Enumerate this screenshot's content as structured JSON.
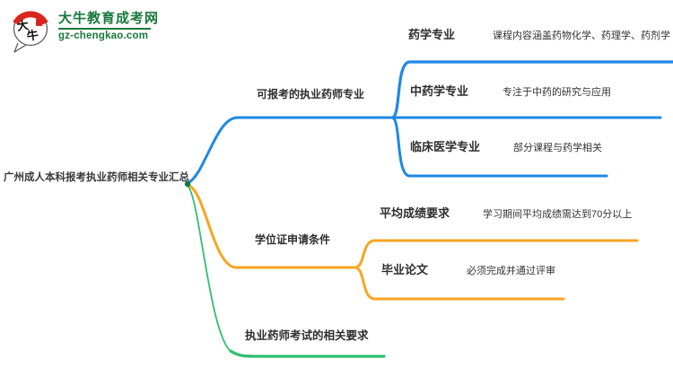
{
  "logo": {
    "icon_text": "大牛",
    "title": "大牛教育成考网",
    "url": "gz-chengkao.com",
    "brand_green": "#17793b",
    "icon_red": "#d9251c"
  },
  "colors": {
    "blue": "#1e88e5",
    "orange": "#f7a521",
    "green": "#2ec06e",
    "root_dot": "#0f7a44",
    "text": "#2e2e2e"
  },
  "mindmap": {
    "root": "广州成人本科报考执业药师相关专业汇总",
    "branches": [
      {
        "label": "可报考的执业药师专业",
        "color": "#1e88e5",
        "children": [
          {
            "label": "药学专业",
            "detail": "课程内容涵盖药物化学、药理学、药剂学"
          },
          {
            "label": "中药学专业",
            "detail": "专注于中药的研究与应用"
          },
          {
            "label": "临床医学专业",
            "detail": "部分课程与药学相关"
          }
        ]
      },
      {
        "label": "学位证申请条件",
        "color": "#f7a521",
        "children": [
          {
            "label": "平均成绩要求",
            "detail": "学习期间平均成绩需达到70分以上"
          },
          {
            "label": "毕业论文",
            "detail": "必须完成并通过评审"
          }
        ]
      },
      {
        "label": "执业药师考试的相关要求",
        "color": "#2ec06e",
        "children": []
      }
    ]
  }
}
